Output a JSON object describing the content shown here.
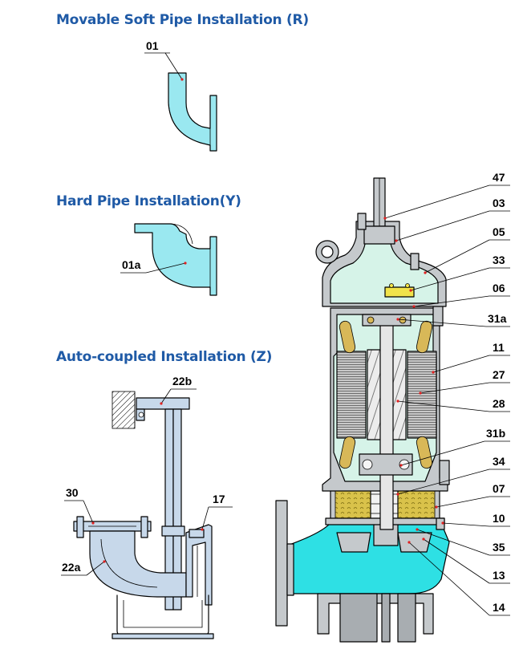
{
  "titles": {
    "soft_pipe": "Movable Soft Pipe Installation (R)",
    "hard_pipe": "Hard Pipe  Installation(Y)",
    "auto_coupled": "Auto-coupled Installation (Z)"
  },
  "labels": {
    "soft_pipe": {
      "p01": "01"
    },
    "hard_pipe": {
      "p01a": "01a"
    },
    "auto_coupled": {
      "p22b": "22b",
      "p30": "30",
      "p17": "17",
      "p22a": "22a"
    },
    "pump": {
      "p47": "47",
      "p03": "03",
      "p05": "05",
      "p33": "33",
      "p06": "06",
      "p31a": "31a",
      "p11": "11",
      "p27": "27",
      "p28": "28",
      "p31b": "31b",
      "p34": "34",
      "p07": "07",
      "p10": "10",
      "p35": "35",
      "p13": "13",
      "p14": "14"
    }
  },
  "colors": {
    "title_blue": "#1f5aa6",
    "pipe_cyan": "#9ae8f0",
    "water_cyan": "#2ee0e4",
    "motor_green": "#d6f3e8",
    "casing_grey": "#c5c9cc",
    "winding_yellow": "#d8b858",
    "frame_blue": "#c7d8ea",
    "marker_red": "#e02020"
  }
}
